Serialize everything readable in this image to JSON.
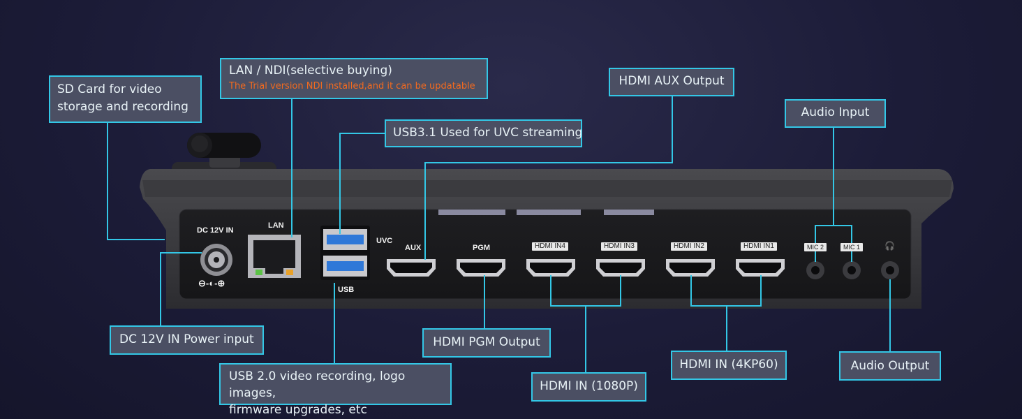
{
  "callouts": {
    "sd_card": "SD Card for video\nstorage and recording",
    "lan_title": "LAN / NDI(selective buying)",
    "lan_sub": "The Trial version NDI installed,and it can be updatable",
    "usb31": "USB3.1 Used for UVC streaming",
    "hdmi_aux": "HDMI AUX Output",
    "audio_input": "Audio Input",
    "dc_power": "DC 12V IN Power input",
    "usb20": "USB 2.0 video recording, logo images,\nfirmware upgrades, etc",
    "hdmi_pgm": "HDMI PGM Output",
    "hdmi_1080": "HDMI IN (1080P)",
    "hdmi_4k": "HDMI IN (4KP60)",
    "audio_output": "Audio Output"
  },
  "panel_labels": {
    "dc": "DC 12V IN",
    "dc_polarity": "⊖-◐-⊕",
    "lan": "LAN",
    "uvc": "UVC",
    "usb": "USB",
    "aux": "AUX",
    "pgm": "PGM",
    "hdmi_in4": "HDMI IN4",
    "hdmi_in3": "HDMI IN3",
    "hdmi_in2": "HDMI IN2",
    "hdmi_in1": "HDMI IN1",
    "mic2": "MIC 2",
    "mic1": "MIC 1",
    "headphone": "🎧"
  },
  "colors": {
    "accent": "#33c7e6",
    "callout_bg": "#4b4f63",
    "note_text": "#f26a1f",
    "usb3_blue": "#2f78d8"
  }
}
